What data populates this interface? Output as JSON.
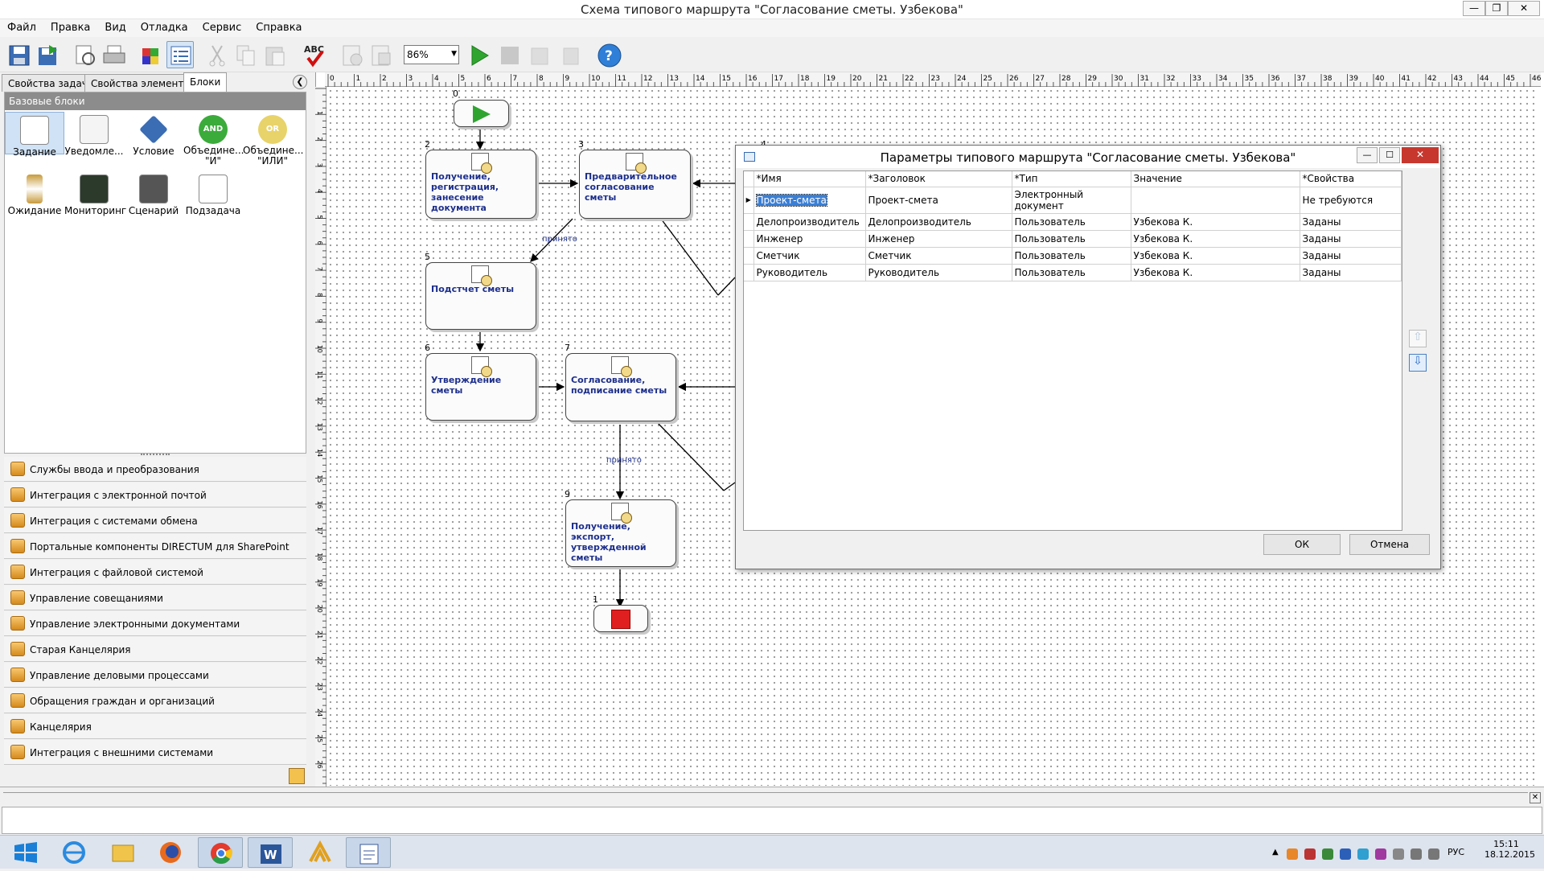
{
  "window": {
    "title": "Схема типового маршрута \"Согласование сметы. Узбекова\""
  },
  "menu": [
    "Файл",
    "Правка",
    "Вид",
    "Отладка",
    "Сервис",
    "Справка"
  ],
  "toolbar": {
    "zoom": "86%"
  },
  "left_tabs": [
    "Свойства задачи",
    "Свойства элементов",
    "Блоки"
  ],
  "blocks_header": "Базовые блоки",
  "blocks": [
    "Задание",
    "Уведомле...",
    "Условие",
    "Объедине...\n\"И\"",
    "Объедине...\n\"ИЛИ\"",
    "Ожидание",
    "Мониторинг",
    "Сценарий",
    "Подзадача"
  ],
  "block_badges": {
    "and": "AND",
    "or": "OR"
  },
  "categories": [
    "Службы ввода и преобразования",
    "Интеграция с электронной почтой",
    "Интеграция с системами обмена",
    "Портальные компоненты DIRECTUM для SharePoint",
    "Интеграция с файловой системой",
    "Управление совещаниями",
    "Управление электронными документами",
    "Старая Канцелярия",
    "Управление деловыми процессами",
    "Обращения граждан и организаций",
    "Канцелярия",
    "Интеграция с внешними системами"
  ],
  "ruler_ticks": [
    "0",
    "1",
    "2",
    "3",
    "4",
    "5",
    "6",
    "7",
    "8",
    "9",
    "10",
    "11",
    "12",
    "13",
    "14",
    "15",
    "16",
    "17",
    "18",
    "19",
    "20",
    "21",
    "22",
    "23",
    "24",
    "25",
    "26",
    "27",
    "28",
    "29",
    "30",
    "31",
    "32",
    "33",
    "34",
    "35",
    "36",
    "37",
    "38",
    "39",
    "40",
    "41",
    "42",
    "43",
    "44",
    "45",
    "46"
  ],
  "vruler_ticks": [
    "1",
    "2",
    "3",
    "4",
    "5",
    "6",
    "7",
    "8",
    "9",
    "10",
    "11",
    "12",
    "13",
    "14",
    "15",
    "16",
    "17",
    "18",
    "19",
    "20",
    "21",
    "22",
    "23",
    "24",
    "25",
    "26",
    "27"
  ],
  "nodes": [
    {
      "num": "0"
    },
    {
      "num": "2",
      "label": "Получение, регистрация, занесение документа"
    },
    {
      "num": "3",
      "label": "Предварительное согласование сметы"
    },
    {
      "num": "4"
    },
    {
      "num": "5",
      "label": "Подстчет сметы"
    },
    {
      "num": "6",
      "label": "Утверждение сметы"
    },
    {
      "num": "7",
      "label": "Согласование, подписание сметы"
    },
    {
      "num": "9",
      "label": "Получение, экспорт, утвержденной сметы"
    },
    {
      "num": "1"
    }
  ],
  "edge_labels": [
    "принято",
    "принято"
  ],
  "dialog": {
    "title": "Параметры типового маршрута \"Согласование сметы. Узбекова\"",
    "columns": [
      "*Имя",
      "*Заголовок",
      "*Тип",
      "Значение",
      "*Свойства"
    ],
    "rows": [
      [
        "Проект-смета",
        "Проект-смета",
        "Электронный документ",
        "",
        "Не требуются"
      ],
      [
        "Делопроизводитель",
        "Делопроизводитель",
        "Пользователь",
        "Узбекова К.",
        "Заданы"
      ],
      [
        "Инженер",
        "Инженер",
        "Пользователь",
        "Узбекова К.",
        "Заданы"
      ],
      [
        "Сметчик",
        "Сметчик",
        "Пользователь",
        "Узбекова К.",
        "Заданы"
      ],
      [
        "Руководитель",
        "Руководитель",
        "Пользователь",
        "Узбекова К.",
        "Заданы"
      ]
    ],
    "ok": "ОК",
    "cancel": "Отмена"
  },
  "tray": {
    "lang": "РУС",
    "time": "15:11",
    "date": "18.12.2015"
  }
}
